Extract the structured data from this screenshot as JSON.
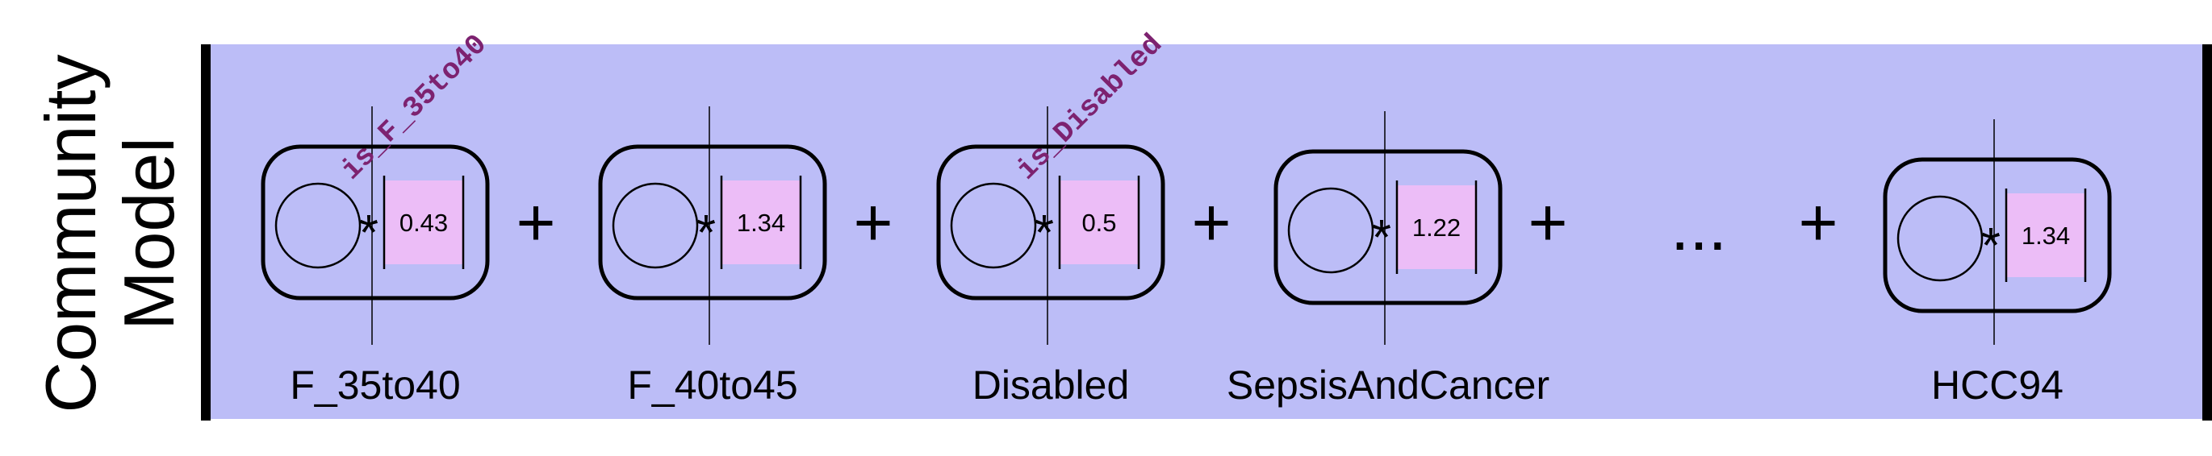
{
  "title_lines": [
    "Community",
    "Model"
  ],
  "colors": {
    "panel": "#bcbdf7",
    "value_box": "#ecbdf7",
    "variable_text": "#7d2270",
    "stroke": "#000000"
  },
  "operator_plus": "+",
  "operator_times": "*",
  "ellipsis": "...",
  "terms": [
    {
      "name": "F_35to40",
      "coefficient": "0.43",
      "variable": "is_F_35to40",
      "variable_visible": true
    },
    {
      "name": "F_40to45",
      "coefficient": "1.34",
      "variable": "",
      "variable_visible": false
    },
    {
      "name": "Disabled",
      "coefficient": "0.5",
      "variable": "is_Disabled",
      "variable_visible": true
    },
    {
      "name": "SepsisAndCancer",
      "coefficient": "1.22",
      "variable": "",
      "variable_visible": false
    },
    {
      "name": "HCC94",
      "coefficient": "1.34",
      "variable": "",
      "variable_visible": false
    }
  ]
}
